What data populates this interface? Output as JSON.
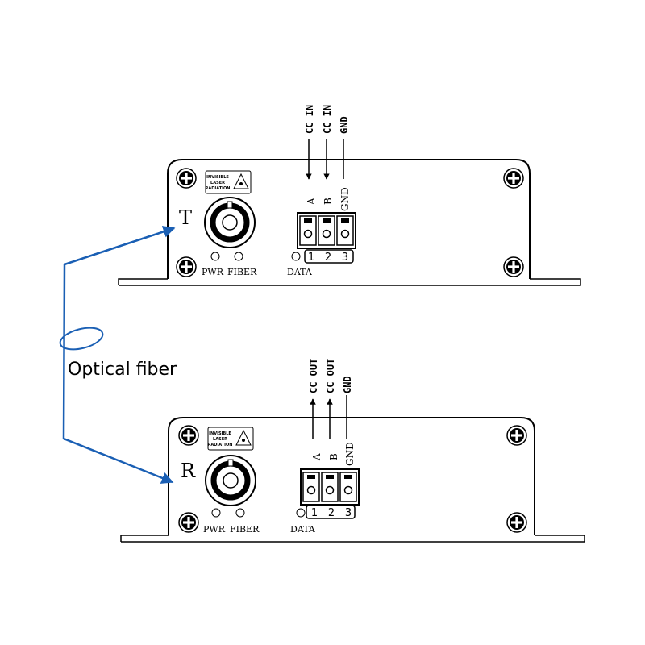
{
  "colors": {
    "line": "#000000",
    "fiber": "#1a5fb4",
    "background": "#ffffff"
  },
  "fiber_label": "Optical fiber",
  "transmitter": {
    "letter": "T",
    "wires": [
      "CC IN",
      "CC IN",
      "GND"
    ],
    "wire_arrows": [
      "down",
      "down",
      "none"
    ],
    "terminal_labels": [
      "A",
      "B",
      "GND"
    ],
    "terminal_numbers": [
      "1",
      "2",
      "3"
    ],
    "laser_label": [
      "INVISIBLE",
      "LASER",
      "RADIATION"
    ],
    "led_labels": [
      "PWR",
      "FIBER"
    ],
    "data_label": "DATA",
    "icons": [
      "mounting-screw-icon",
      "laser-warning-icon",
      "fiber-connector-icon",
      "led-icon",
      "terminal-block-icon"
    ]
  },
  "receiver": {
    "letter": "R",
    "wires": [
      "CC OUT",
      "CC OUT",
      "GND"
    ],
    "wire_arrows": [
      "up",
      "up",
      "none"
    ],
    "terminal_labels": [
      "A",
      "B",
      "GND"
    ],
    "terminal_numbers": [
      "1",
      "2",
      "3"
    ],
    "laser_label": [
      "INVISIBLE",
      "LASER",
      "RADIATION"
    ],
    "led_labels": [
      "PWR",
      "FIBER"
    ],
    "data_label": "DATA",
    "icons": [
      "mounting-screw-icon",
      "laser-warning-icon",
      "fiber-connector-icon",
      "led-icon",
      "terminal-block-icon"
    ]
  }
}
